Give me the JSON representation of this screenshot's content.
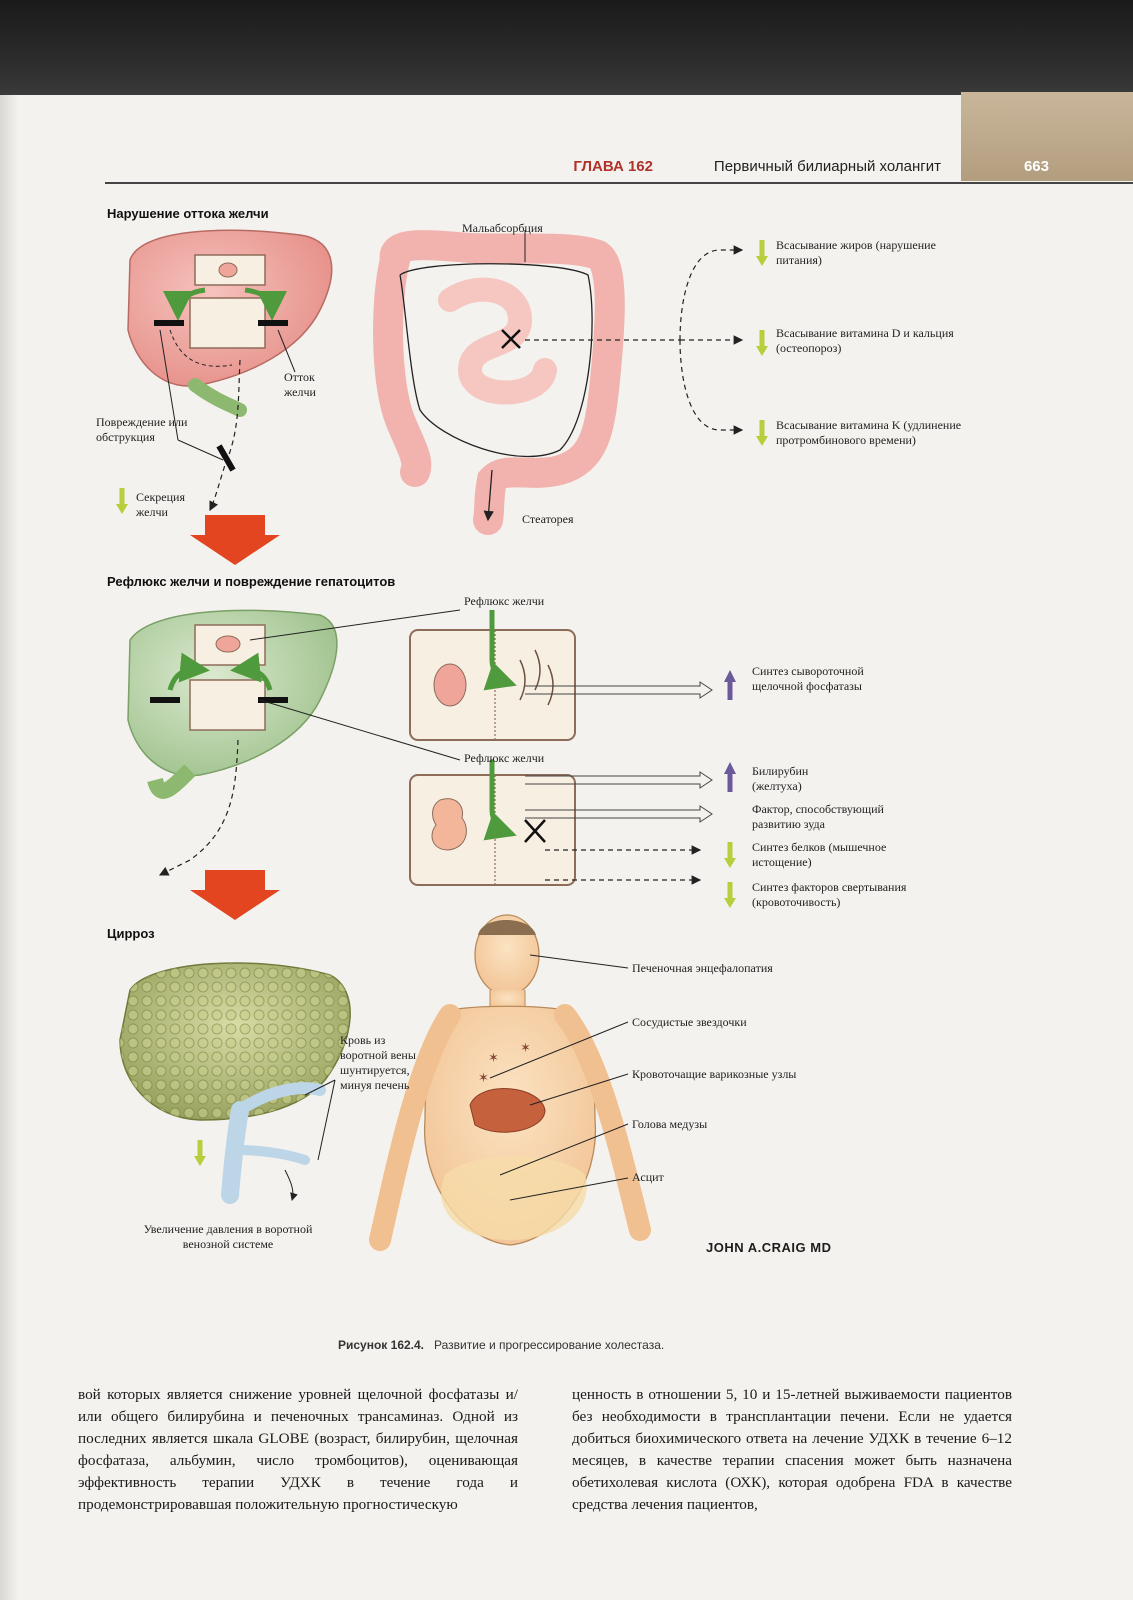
{
  "header": {
    "chapter": "ГЛАВА 162",
    "title": "Первичный билиарный холангит",
    "page_number": "663"
  },
  "figure": {
    "section1": {
      "title": "Нарушение оттока желчи",
      "malabsorption": "Мальабсорбция",
      "injury": "Повреждение или обструкция",
      "bile_outflow": "Отток желчи",
      "bile_secretion": "Секреция желчи",
      "steatorrhea": "Стеаторея",
      "effect_fats": "Всасывание жиров (нарушение питания)",
      "effect_vitd": "Всасывание витамина D и кальция (остеопороз)",
      "effect_vitk": "Всасывание витамина K (удлинение протромбинового времени)"
    },
    "section2": {
      "title": "Рефлюкс желчи и повреждение гепатоцитов",
      "reflux_top": "Рефлюкс желчи",
      "reflux_bottom": "Рефлюкс желчи",
      "alk_phos": "Синтез сывороточной щелочной фосфатазы",
      "bilirubin": "Билирубин (желтуха)",
      "pruritus": "Фактор, способствующий развитию зуда",
      "protein": "Синтез белков (мышечное истощение)",
      "clotting": "Синтез факторов свертывания (кровоточивость)"
    },
    "section3": {
      "title": "Цирроз",
      "shunt": "Кровь из воротной вены шунтируется, минуя печень",
      "portal_pressure": "Увеличение давления в воротной венозной системе",
      "encephalopathy": "Печеночная энцефалопатия",
      "spider": "Сосудистые звездочки",
      "varices": "Кровоточащие варикозные узлы",
      "medusa": "Голова медузы",
      "ascites": "Асцит",
      "signature": "JOHN A.CRAIG MD"
    },
    "caption_label": "Рисунок 162.4.",
    "caption_text": "Развитие и прогрессирование холестаза."
  },
  "body": {
    "left": "вой которых является снижение уровней щелочной фосфатазы и/или общего билирубина и печеночных трансаминаз. Одной из последних является шкала GLOBE (возраст, билирубин, щелочная фосфатаза, альбумин, число тромбоцитов), оценивающая эффективность терапии УДХК в течение года и продемонстрировавшая положительную прогностическую",
    "right": "ценность в отношении 5, 10 и 15-летней выживаемости пациентов без необходимости в трансплантации печени. Если не удается добиться биохимического ответа на лечение УДХК в течение 6–12 месяцев, в качестве терапии спасения может быть назначена обетихолевая кислота (ОХК), которая одобрена FDA в качестве средства лечения пациентов,"
  },
  "colors": {
    "down_arrow": "#b7cf3c",
    "up_arrow": "#6b5a9a",
    "big_arrow": "#e2451f",
    "green_arrow": "#4f9a3c"
  }
}
